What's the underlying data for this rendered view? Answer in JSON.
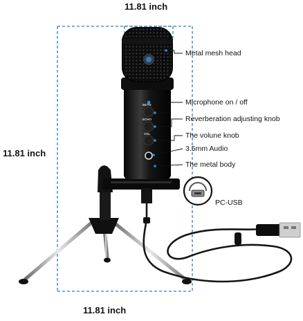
{
  "dimensions": {
    "top": "11.81 inch",
    "left": "11.81 inch",
    "bottom": "11.81 inch"
  },
  "labels": {
    "mesh_head": "Metal mesh head",
    "mic_toggle": "Microphone on / off",
    "reverb": "Reverberation adjusting knob",
    "volume": "The volune knob",
    "audio": "3.5mm Audio",
    "body": "The metal body",
    "usb": "PC-USB"
  },
  "button_text": {
    "mute": "MUTE",
    "echo": "ECHO",
    "vol": "VOL"
  },
  "colors": {
    "dashed_frame": "#2f79c9",
    "leader_line": "#111111",
    "led": "#2f8be0"
  }
}
